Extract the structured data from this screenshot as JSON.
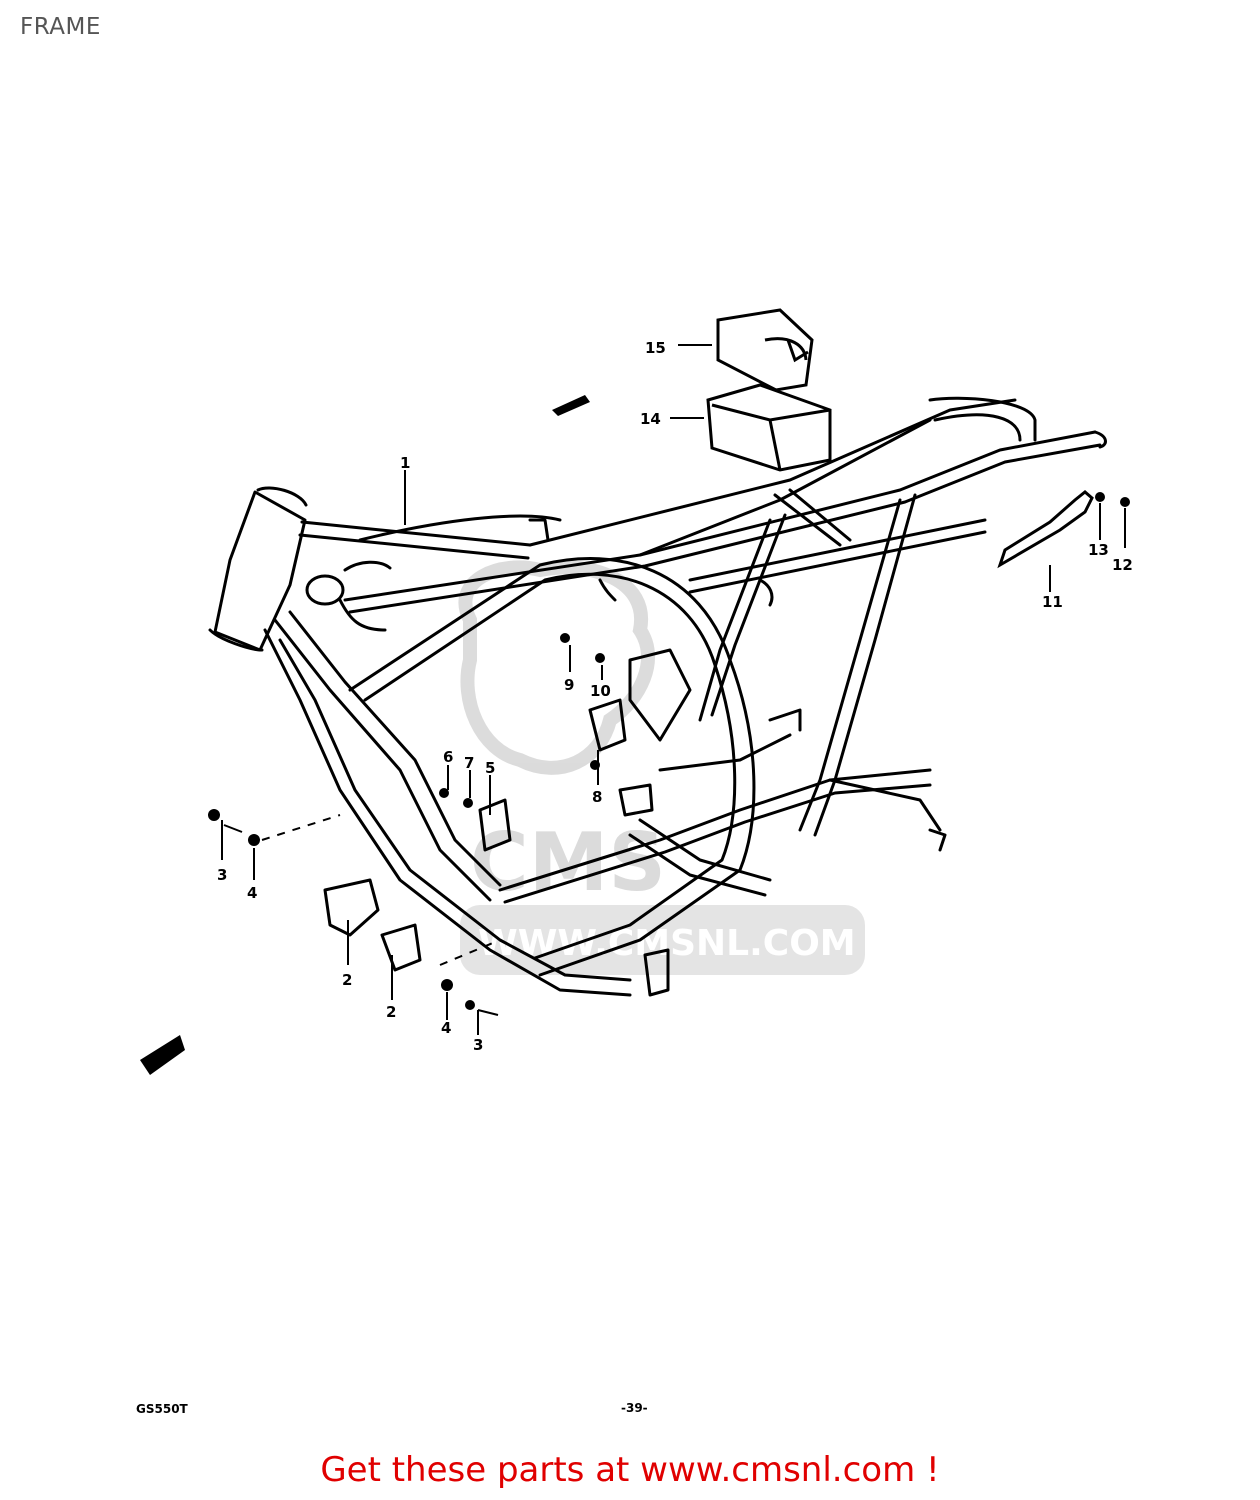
{
  "page": {
    "title": "FRAME",
    "model_code": "GS550T",
    "page_number": "-39-",
    "cta_text": "Get these parts at www.cmsnl.com !"
  },
  "watermark": {
    "text": "WWW.CMSNL.COM",
    "brand": "CMS",
    "color": "#d0d0d0"
  },
  "diagram": {
    "callouts": [
      {
        "id": "c1",
        "label": "1"
      },
      {
        "id": "c2a",
        "label": "2"
      },
      {
        "id": "c2b",
        "label": "2"
      },
      {
        "id": "c3a",
        "label": "3"
      },
      {
        "id": "c3b",
        "label": "3"
      },
      {
        "id": "c4a",
        "label": "4"
      },
      {
        "id": "c4b",
        "label": "4"
      },
      {
        "id": "c5",
        "label": "5"
      },
      {
        "id": "c6",
        "label": "6"
      },
      {
        "id": "c7",
        "label": "7"
      },
      {
        "id": "c8",
        "label": "8"
      },
      {
        "id": "c9",
        "label": "9"
      },
      {
        "id": "c10",
        "label": "10"
      },
      {
        "id": "c11",
        "label": "11"
      },
      {
        "id": "c12",
        "label": "12"
      },
      {
        "id": "c13",
        "label": "13"
      },
      {
        "id": "c14",
        "label": "14"
      },
      {
        "id": "c15",
        "label": "15"
      }
    ]
  },
  "colors": {
    "line": "#000000",
    "cta": "#e00000",
    "title": "#555555"
  }
}
